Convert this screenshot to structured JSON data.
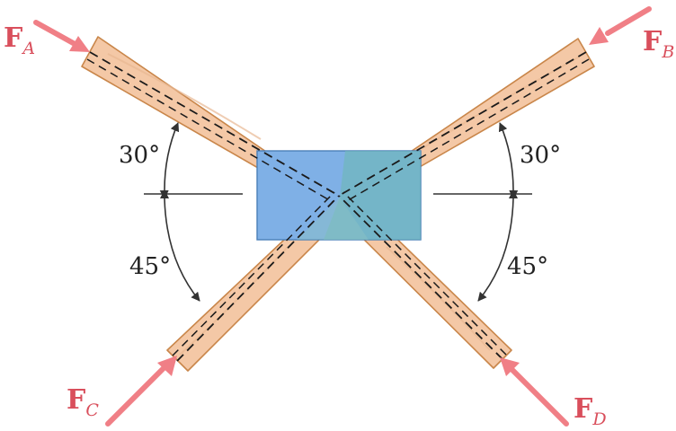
{
  "forces": {
    "a": {
      "main": "F",
      "sub": "A"
    },
    "b": {
      "main": "F",
      "sub": "B"
    },
    "c": {
      "main": "F",
      "sub": "C"
    },
    "d": {
      "main": "F",
      "sub": "D"
    }
  },
  "angles": {
    "upper_left": "30°",
    "lower_left": "45°",
    "upper_right": "30°",
    "lower_right": "45°"
  },
  "colors": {
    "wood_fill": "#f4c8a6",
    "wood_stroke": "#c9864a",
    "plate_fill": "#7fb0e6",
    "plate_overlap": "#6fb8b8",
    "arrow": "#f07f86",
    "label": "#d94f5c"
  }
}
